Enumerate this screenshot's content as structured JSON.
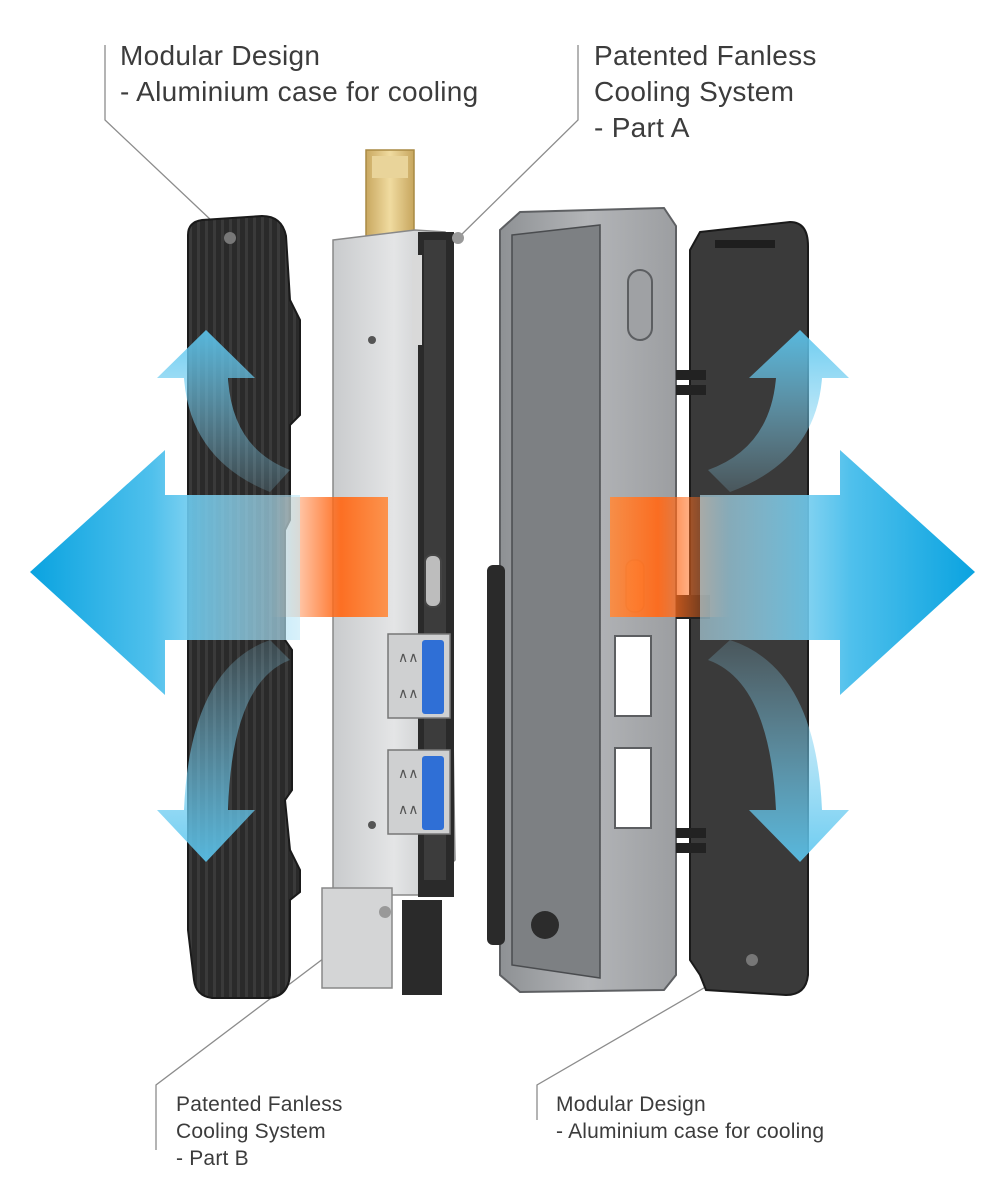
{
  "callouts": {
    "top_left": {
      "lines": [
        "Modular Design",
        "- Aluminium case for cooling"
      ]
    },
    "top_right": {
      "lines": [
        "Patented Fanless",
        "Cooling System",
        "- Part A"
      ]
    },
    "bottom_left": {
      "lines": [
        "Patented Fanless",
        "Cooling System",
        "- Part B"
      ]
    },
    "bottom_right": {
      "lines": [
        "Modular Design",
        "- Aluminium case for cooling"
      ]
    }
  },
  "colors": {
    "heat": "#ff6a1a",
    "airflow": "#12a9e2",
    "case_dark": "#2b2b2b",
    "frame_silver": "#a9abae",
    "usb_blue": "#2f6fd6",
    "connector_gold": "#d9bc7a"
  },
  "icons": [
    "airflow-arrow-icon",
    "heat-glow-icon",
    "usb-port-icon",
    "hdmi-connector-icon"
  ]
}
